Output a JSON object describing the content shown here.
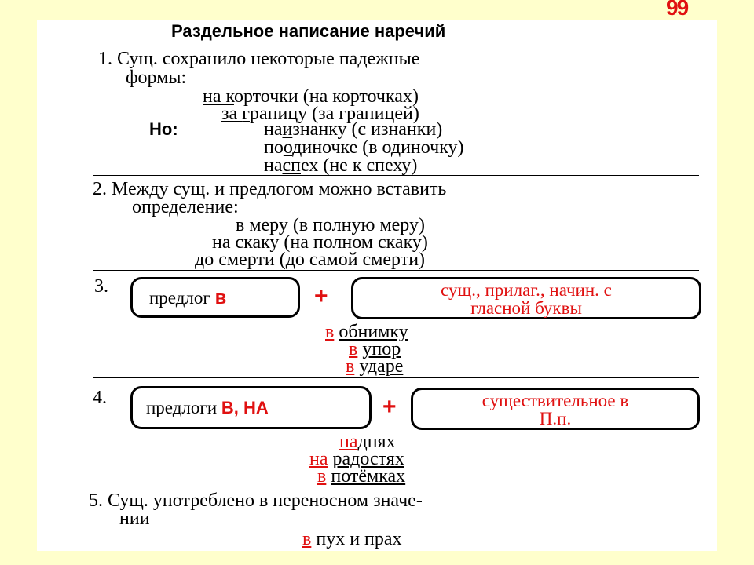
{
  "title": "Раздельное написание наречий",
  "corner_mark": "99",
  "section1": {
    "number": "1.",
    "line1": "Сущ. сохранило некоторые падежные",
    "line2": "формы:",
    "examples": [
      {
        "pre": "на ",
        "hl": "к",
        "rest": "орточки (на корточках)"
      },
      {
        "pre": "за ",
        "hl": "г",
        "rest": "раницу (за границей)"
      }
    ],
    "but_label": "Но:",
    "but_examples": [
      {
        "pre": "на",
        "hl": "и",
        "rest": "знанку (с изнанки)"
      },
      {
        "pre": "по",
        "hl": "о",
        "rest": "диночке (в одиночку)"
      },
      {
        "pre": "на",
        "hl": "сп",
        "rest": "ех (не к спеху)"
      }
    ]
  },
  "section2": {
    "number": "2.",
    "line1": "Между сущ. и предлогом можно вставить",
    "line2": "определение:",
    "examples": [
      "в меру (в полную меру)",
      "на скаку (на полном скаку)",
      "до смерти (до самой смерти)"
    ]
  },
  "section3": {
    "number": "3.",
    "box1_text": "предлог ",
    "box1_highlight": "в",
    "plus": "+",
    "box2_line1": "сущ., прилаг., начин. с",
    "box2_line2": "гласной буквы",
    "examples": [
      {
        "prep": "в",
        "rest": "обнимку"
      },
      {
        "prep": "в",
        "rest": "упор"
      },
      {
        "prep": "в",
        "rest": "ударе"
      }
    ]
  },
  "section4": {
    "number": "4.",
    "box1_text": "предлоги ",
    "box1_highlight": "В, НА",
    "plus": "+",
    "box2_line1": "существительное в",
    "box2_line2": "П.п.",
    "examples": [
      {
        "prep": "на",
        "rest": "днях"
      },
      {
        "prep": "на",
        "rest": "радостях"
      },
      {
        "prep": "в",
        "rest": "потёмках"
      }
    ]
  },
  "section5": {
    "number": "5.",
    "line1": "Сущ. употреблено в переносном значе-",
    "line2": "нии",
    "example": {
      "prep": "в",
      "rest": "пух и прах"
    }
  },
  "colors": {
    "background": "#FFFFCC",
    "page": "#FFFFFF",
    "accent": "#E01010",
    "text": "#000000"
  }
}
